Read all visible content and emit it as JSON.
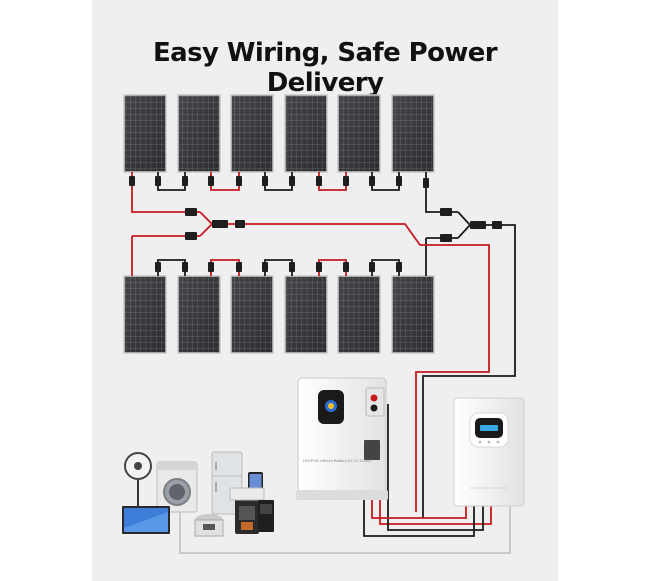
{
  "header": {
    "title": "Easy Wiring, Safe Power Delivery"
  },
  "solar_array": {
    "top_row_panels": 6,
    "bottom_row_panels": 6,
    "panel_icon": "solar-panel-icon"
  },
  "battery": {
    "label": "LiFePO4 Lithium Battery 51.2V 100Ah",
    "icon": "battery-icon"
  },
  "inverter": {
    "icon": "inverter-icon"
  },
  "appliances": {
    "icons": [
      "fan-icon",
      "washing-machine-icon",
      "refrigerator-icon",
      "phone-icon",
      "laptop-icon",
      "rice-cooker-icon",
      "coffee-maker-icon",
      "microwave-icon",
      "monitor-icon"
    ]
  },
  "colors": {
    "background": "#efefef",
    "positive_wire": "#c8191e",
    "negative_wire": "#1b1b1b",
    "ac_wire": "#c9c9c9",
    "panel": "#2a2c30"
  }
}
